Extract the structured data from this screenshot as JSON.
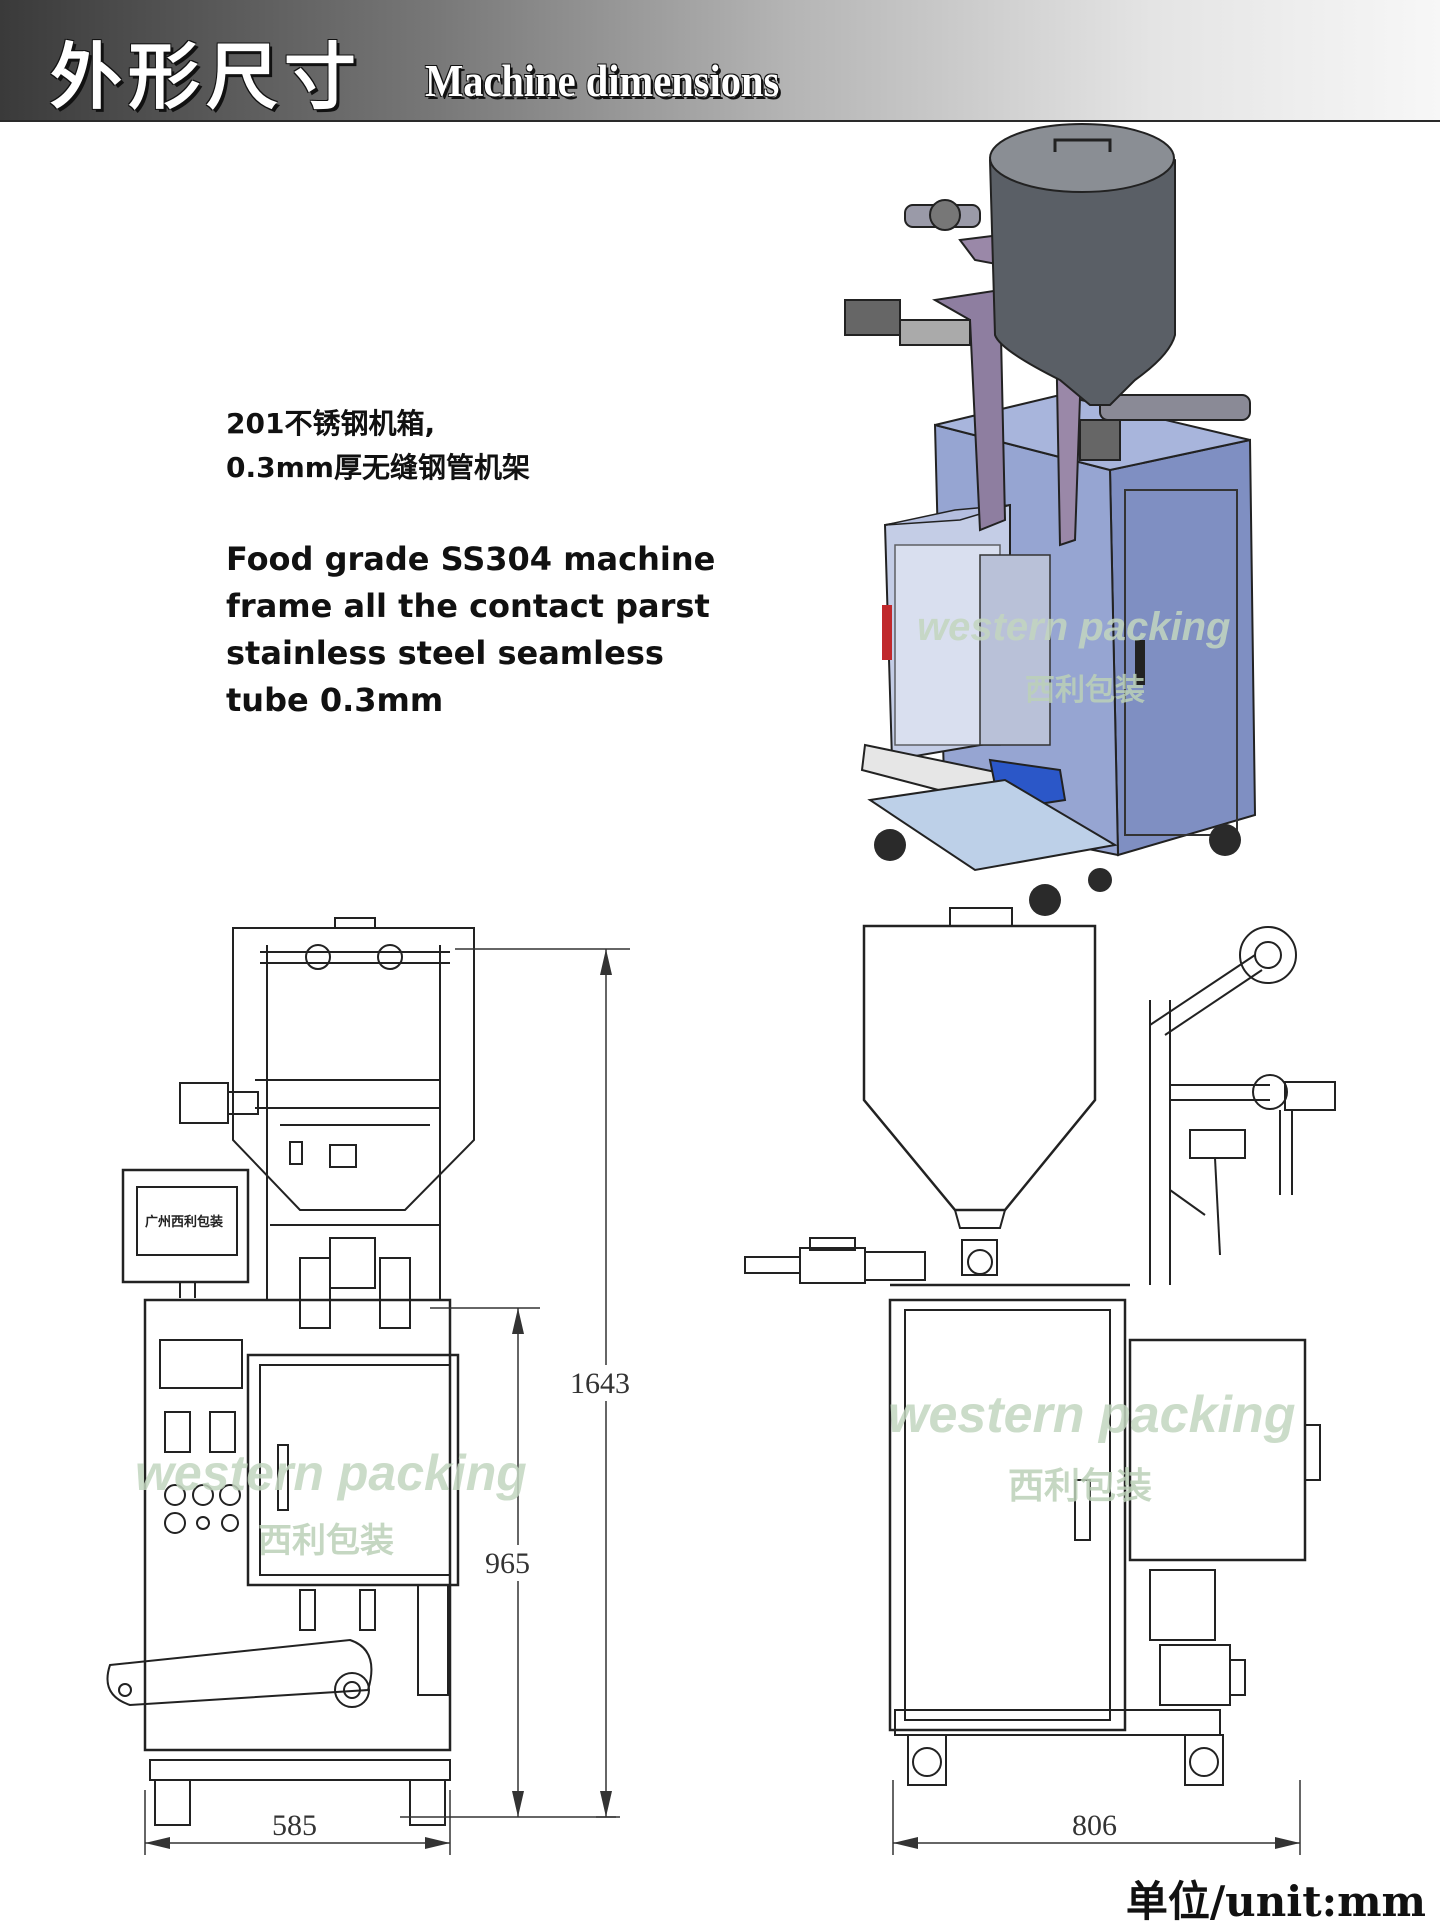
{
  "header": {
    "title_cn": "外形尺寸",
    "title_en": "Machine dimensions"
  },
  "description": {
    "cn_lines": [
      "201不锈钢机箱,",
      "0.3mm厚无缝钢管机架"
    ],
    "en_lines": [
      "Food grade SS304 machine",
      "frame all the contact parst",
      "stainless steel seamless",
      "tube 0.3mm"
    ]
  },
  "watermark": {
    "en": "western packing",
    "cn": "西利包装"
  },
  "front_view": {
    "panel_label": "广州西利包装",
    "dimensions": {
      "total_height": "1643",
      "body_height": "965",
      "width": "585"
    }
  },
  "side_view": {
    "dimensions": {
      "width": "806"
    }
  },
  "unit_label": "单位/unit:mm",
  "colors": {
    "machine_body": "#8a9ac8",
    "hopper": "#5a5f66",
    "belt": "#2b57c8",
    "drawing_line": "#222222"
  }
}
